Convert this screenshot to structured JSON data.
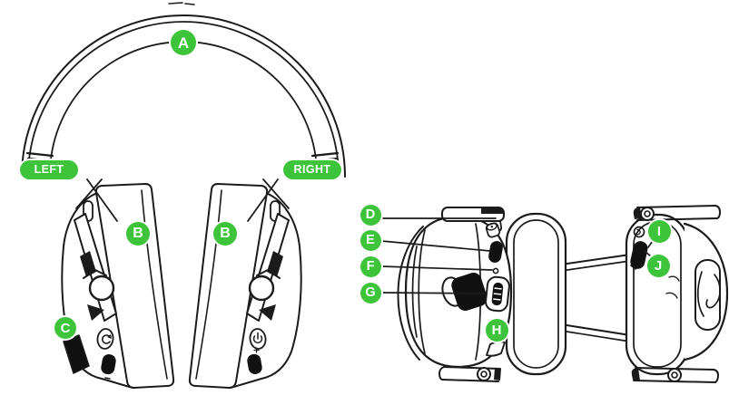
{
  "colors": {
    "background": "#ffffff",
    "accent_green": "#3DC43A",
    "label_text": "#ffffff",
    "line_art": "#1b1b1b"
  },
  "front_view": {
    "headband_tag_left": "LEFT",
    "headband_tag_right": "RIGHT",
    "callout_headband": "A",
    "callout_left_earcup": "B",
    "callout_right_earcup": "B",
    "callout_mic": "C"
  },
  "side_view": {
    "callout_d": "D",
    "callout_e": "E",
    "callout_f": "F",
    "callout_g": "G",
    "callout_h": "H",
    "callout_i": "I",
    "callout_j": "J"
  }
}
